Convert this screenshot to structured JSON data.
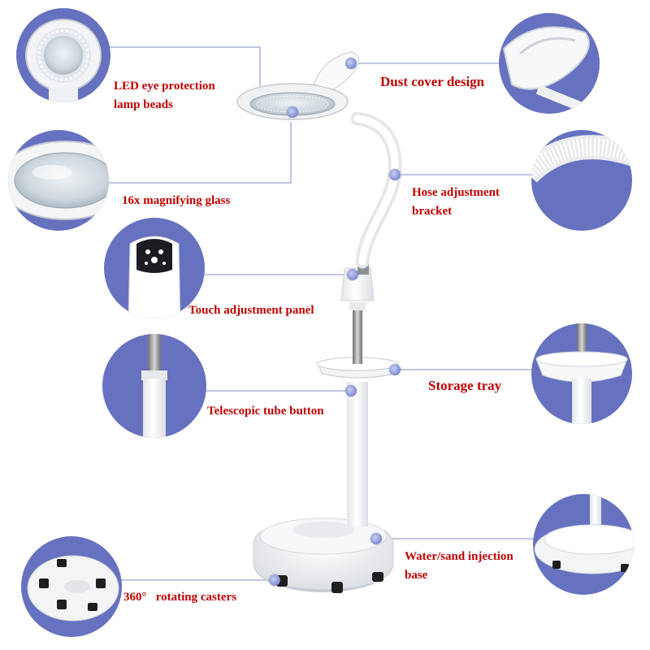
{
  "labels": {
    "led": [
      "LED eye protection",
      "lamp beads"
    ],
    "magnifier": "16x magnifying glass",
    "touch_panel": "Touch adjustment panel",
    "telescopic": "Telescopic tube button",
    "casters_prefix": "360°",
    "casters": "rotating casters",
    "dust_cover": "Dust cover design",
    "hose": [
      "Hose adjustment",
      "bracket"
    ],
    "tray": "Storage tray",
    "base": [
      "Water/sand injection",
      "base"
    ]
  },
  "colors": {
    "label_text": "#c00000",
    "callout_circle": "#6672c0",
    "leader_line": "#9aa2d6"
  }
}
